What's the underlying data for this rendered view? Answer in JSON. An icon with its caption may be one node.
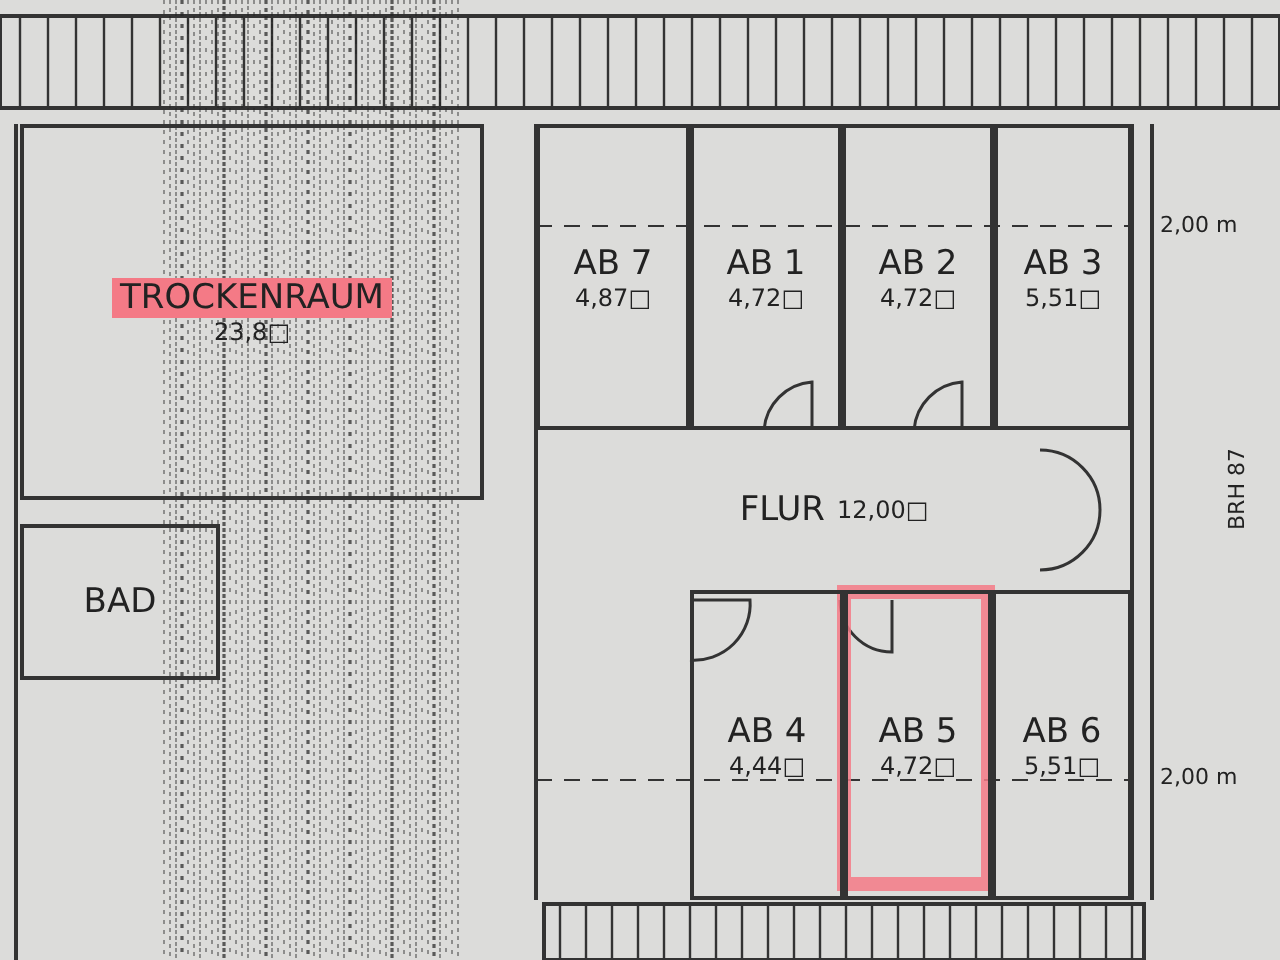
{
  "diagram": {
    "nodes": [
      {
        "text": [
          "TROCKENRAUM",
          "23,8□"
        ]
      },
      {
        "text": [
          "BAD"
        ]
      },
      {
        "text": [
          "AB 7",
          "4,87□"
        ]
      },
      {
        "text": [
          "AB 1",
          "4,72□"
        ]
      },
      {
        "text": [
          "AB 2",
          "4,72□"
        ]
      },
      {
        "text": [
          "AB 3",
          "5,51□"
        ]
      },
      {
        "text": [
          "FLUR",
          "12,00□"
        ]
      },
      {
        "text": [
          "AB 4",
          "4,44□"
        ]
      },
      {
        "text": [
          "AB 5",
          "4,72□"
        ]
      },
      {
        "text": [
          "AB 6",
          "5,51□"
        ]
      }
    ],
    "labels": [
      "2,00 m",
      "BRH 87",
      "2,00 m"
    ]
  }
}
